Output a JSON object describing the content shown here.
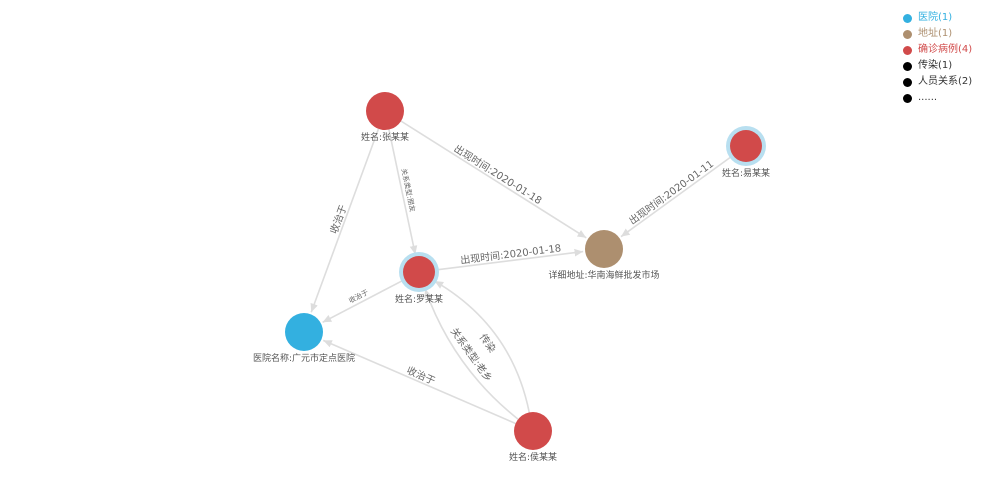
{
  "legend": [
    {
      "label": "医院(1)",
      "color": "#33b0e0"
    },
    {
      "label": "地址(1)",
      "color": "#ad8f6f"
    },
    {
      "label": "确诊病例(4)",
      "color": "#d14a4a"
    },
    {
      "label": "传染(1)",
      "color": "#000000"
    },
    {
      "label": "人员关系(2)",
      "color": "#000000"
    },
    {
      "label": "......",
      "color": "#000000"
    }
  ],
  "colors": {
    "hospital": "#33b0e0",
    "address": "#ad8f6f",
    "case": "#d14a4a",
    "highlight_ring": "#b8dff0",
    "edge": "#dddddd"
  },
  "nodes": [
    {
      "label": "姓名:张某某",
      "category": "case",
      "highlight": false
    },
    {
      "label": "姓名:易某某",
      "category": "case",
      "highlight": true
    },
    {
      "label": "详细地址:华南海鲜批发市场",
      "category": "address",
      "highlight": false
    },
    {
      "label": "姓名:罗某某",
      "category": "case",
      "highlight": true
    },
    {
      "label": "医院名称:广元市定点医院",
      "category": "hospital",
      "highlight": false
    },
    {
      "label": "姓名:侯某某",
      "category": "case",
      "highlight": false
    }
  ],
  "edges": [
    {
      "label": "出现时间:2020-01-18"
    },
    {
      "label": "出现时间:2020-01-11"
    },
    {
      "label": "出现时间:2020-01-18"
    },
    {
      "label": "关系类型:朋友"
    },
    {
      "label": "收治于"
    },
    {
      "label": "收治于"
    },
    {
      "label": "收治于"
    },
    {
      "label": "关系类型:老乡"
    },
    {
      "label": "传染"
    }
  ]
}
